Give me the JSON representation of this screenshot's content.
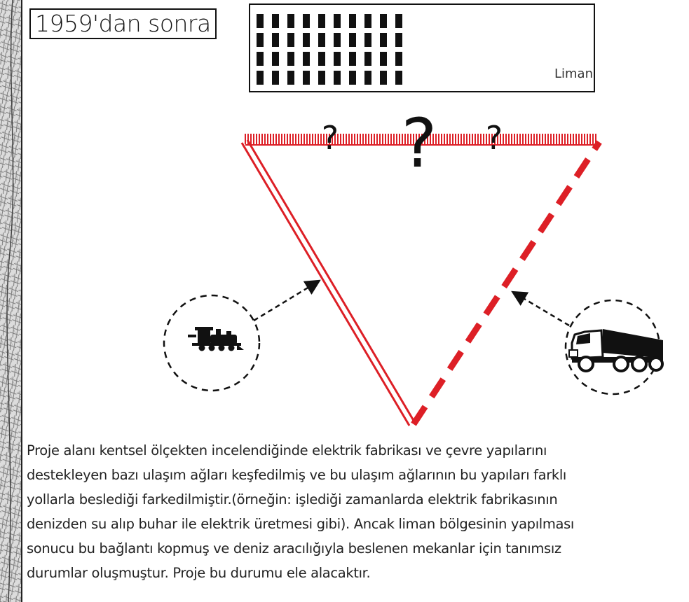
{
  "title": "1959'dan sonra",
  "port_label": "Liman",
  "question_marks": [
    "?",
    "?",
    "?"
  ],
  "icons": [
    "train-icon",
    "truck-icon",
    "question-mark-icon"
  ],
  "colors": {
    "red": "#dd1f26",
    "ink": "#111111"
  },
  "description": "Proje alanı kentsel ölçekten incelendiğinde elektrik fabrikası ve çevre yapılarını\ndestekleyen bazı ulaşım ağları keşfedilmiş ve bu ulaşım ağlarının bu yapıları farklı\nyollarla beslediği farkedilmiştir.(örneğin: işlediği zamanlarda elektrik fabrikasının\ndenizden su alıp buhar ile elektrik üretmesi gibi). Ancak liman bölgesinin yapılması\nsonucu bu bağlantı kopmuş ve deniz aracılığıyla beslenen mekanlar için tanımsız\ndurumlar oluşmuştur. Proje bu durumu ele alacaktır."
}
